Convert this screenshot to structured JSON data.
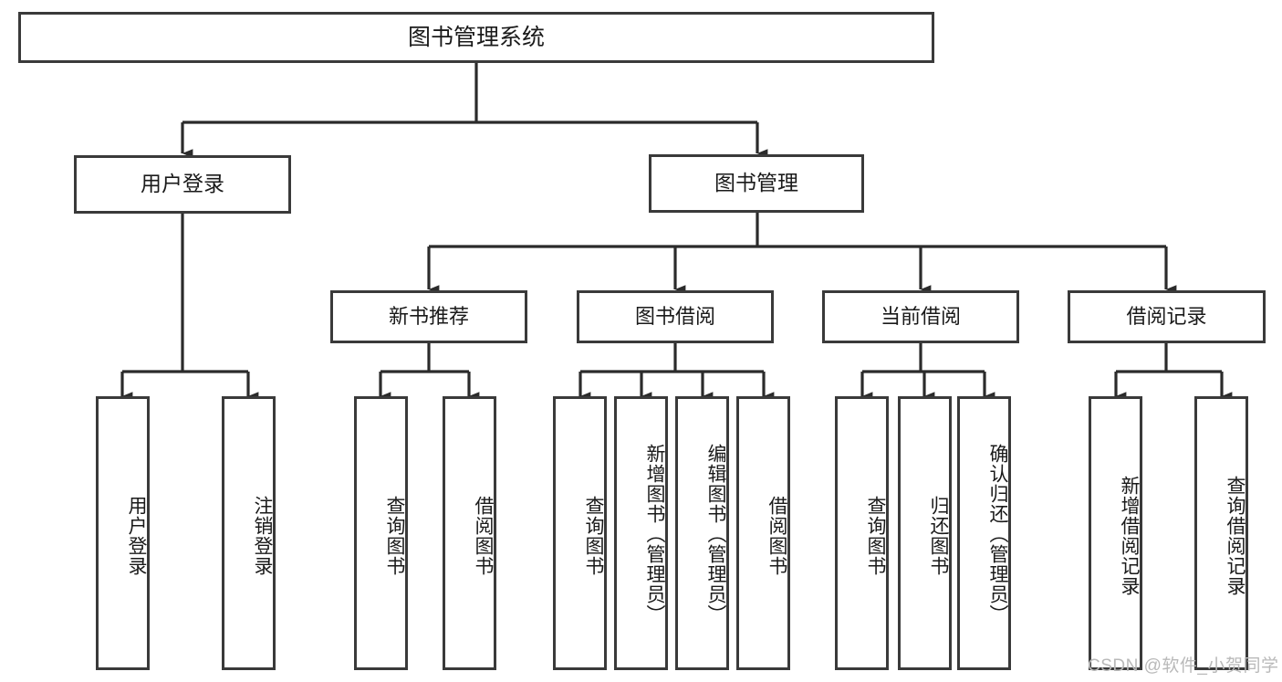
{
  "diagram": {
    "title": "图书管理系统",
    "watermark": "CSDN @软件_小贺同学",
    "colors": {
      "border": "#3a3a3a",
      "background": "#ffffff",
      "text": "#1a1a1a",
      "connector": "#2b2b2b",
      "watermark": "#b9b9b9"
    },
    "root": {
      "label": "图书管理系统"
    },
    "level1": [
      {
        "label": "用户登录"
      },
      {
        "label": "图书管理"
      }
    ],
    "level2": [
      {
        "label": "新书推荐"
      },
      {
        "label": "图书借阅"
      },
      {
        "label": "当前借阅"
      },
      {
        "label": "借阅记录"
      }
    ],
    "leaves": {
      "user_login": [
        {
          "label": "用户登录"
        },
        {
          "label": "注销登录"
        }
      ],
      "new_book": [
        {
          "label": "查询图书"
        },
        {
          "label": "借阅图书"
        }
      ],
      "book_borrow": [
        {
          "label": "查询图书"
        },
        {
          "label": "新增图书（管理员）"
        },
        {
          "label": "编辑图书（管理员）"
        },
        {
          "label": "借阅图书"
        }
      ],
      "current_borrow": [
        {
          "label": "查询图书"
        },
        {
          "label": "归还图书"
        },
        {
          "label": "确认归还（管理员）"
        }
      ],
      "borrow_record": [
        {
          "label": "新增借阅记录"
        },
        {
          "label": "查询借阅记录"
        }
      ]
    }
  }
}
